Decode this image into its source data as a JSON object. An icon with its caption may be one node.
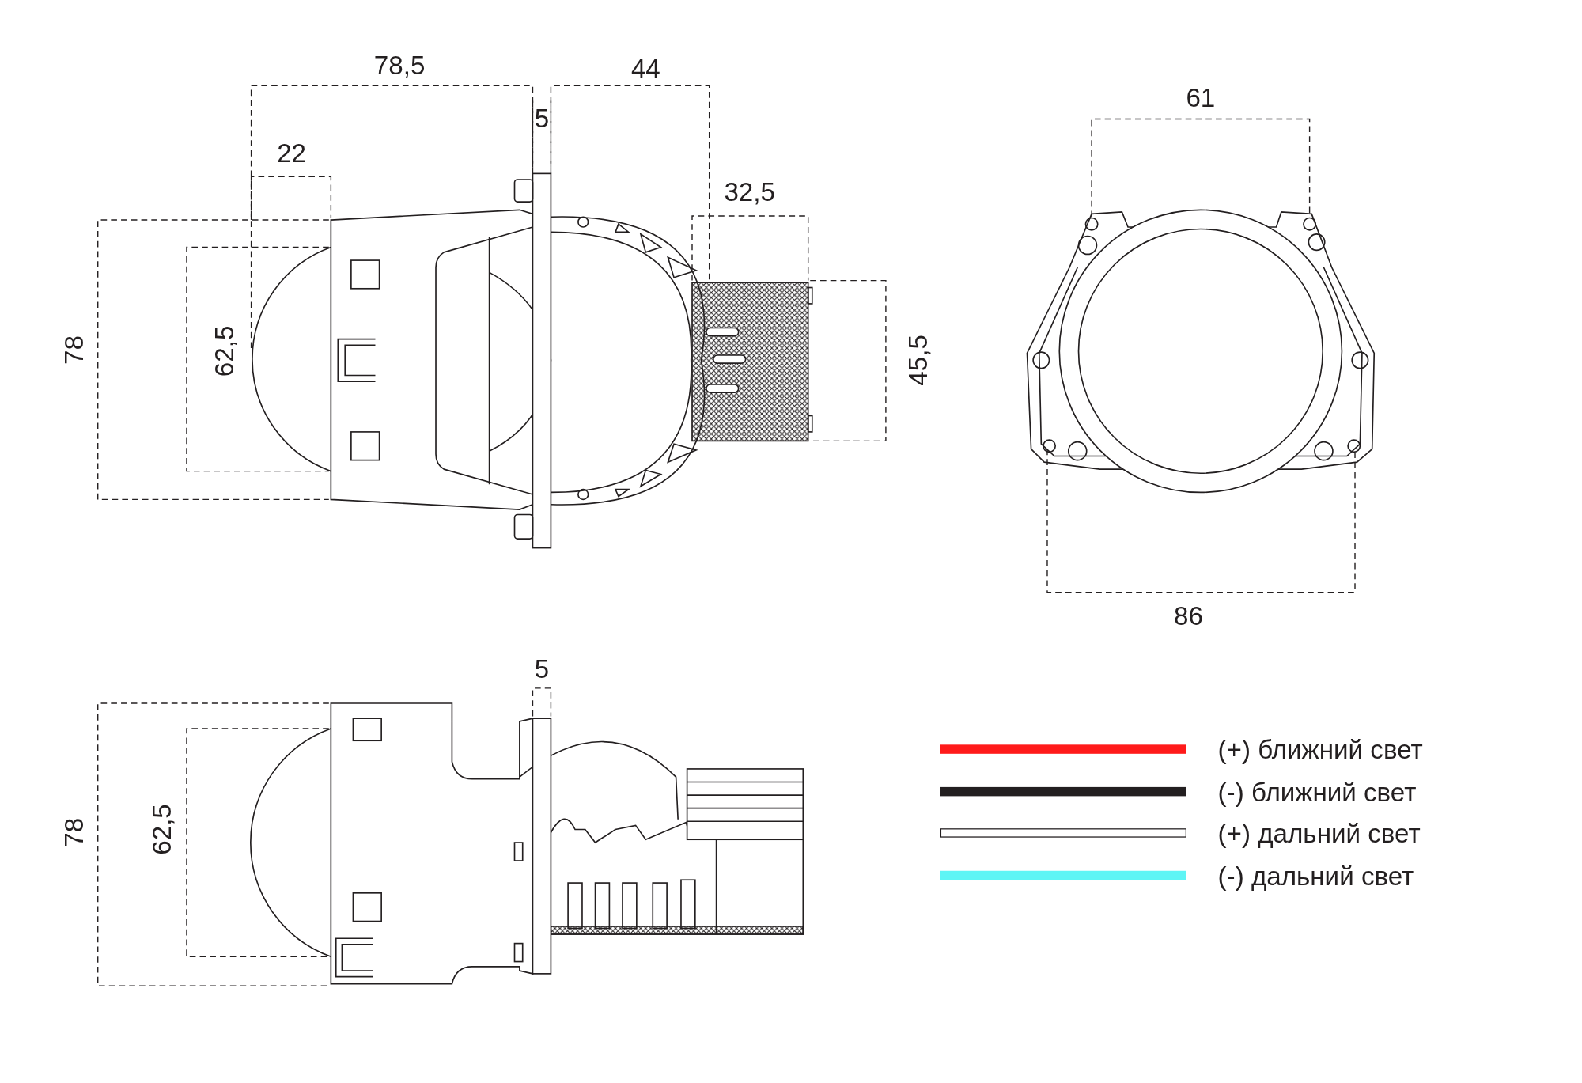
{
  "diagram": {
    "labels": [
      "78,5",
      "44",
      "61",
      "5",
      "22",
      "32,5",
      "78",
      "62,5",
      "45,5",
      "86",
      "5",
      "78",
      "62,5"
    ],
    "legend": [
      {
        "text": "(+) ближний свет",
        "color": "#ff1a1a"
      },
      {
        "text": "(-) ближний свет",
        "color": "#231f20"
      },
      {
        "text": "(+) дальний свет",
        "color": "#ffffff"
      },
      {
        "text": "(-) дальний свет",
        "color": "#5ef5f5"
      }
    ]
  }
}
